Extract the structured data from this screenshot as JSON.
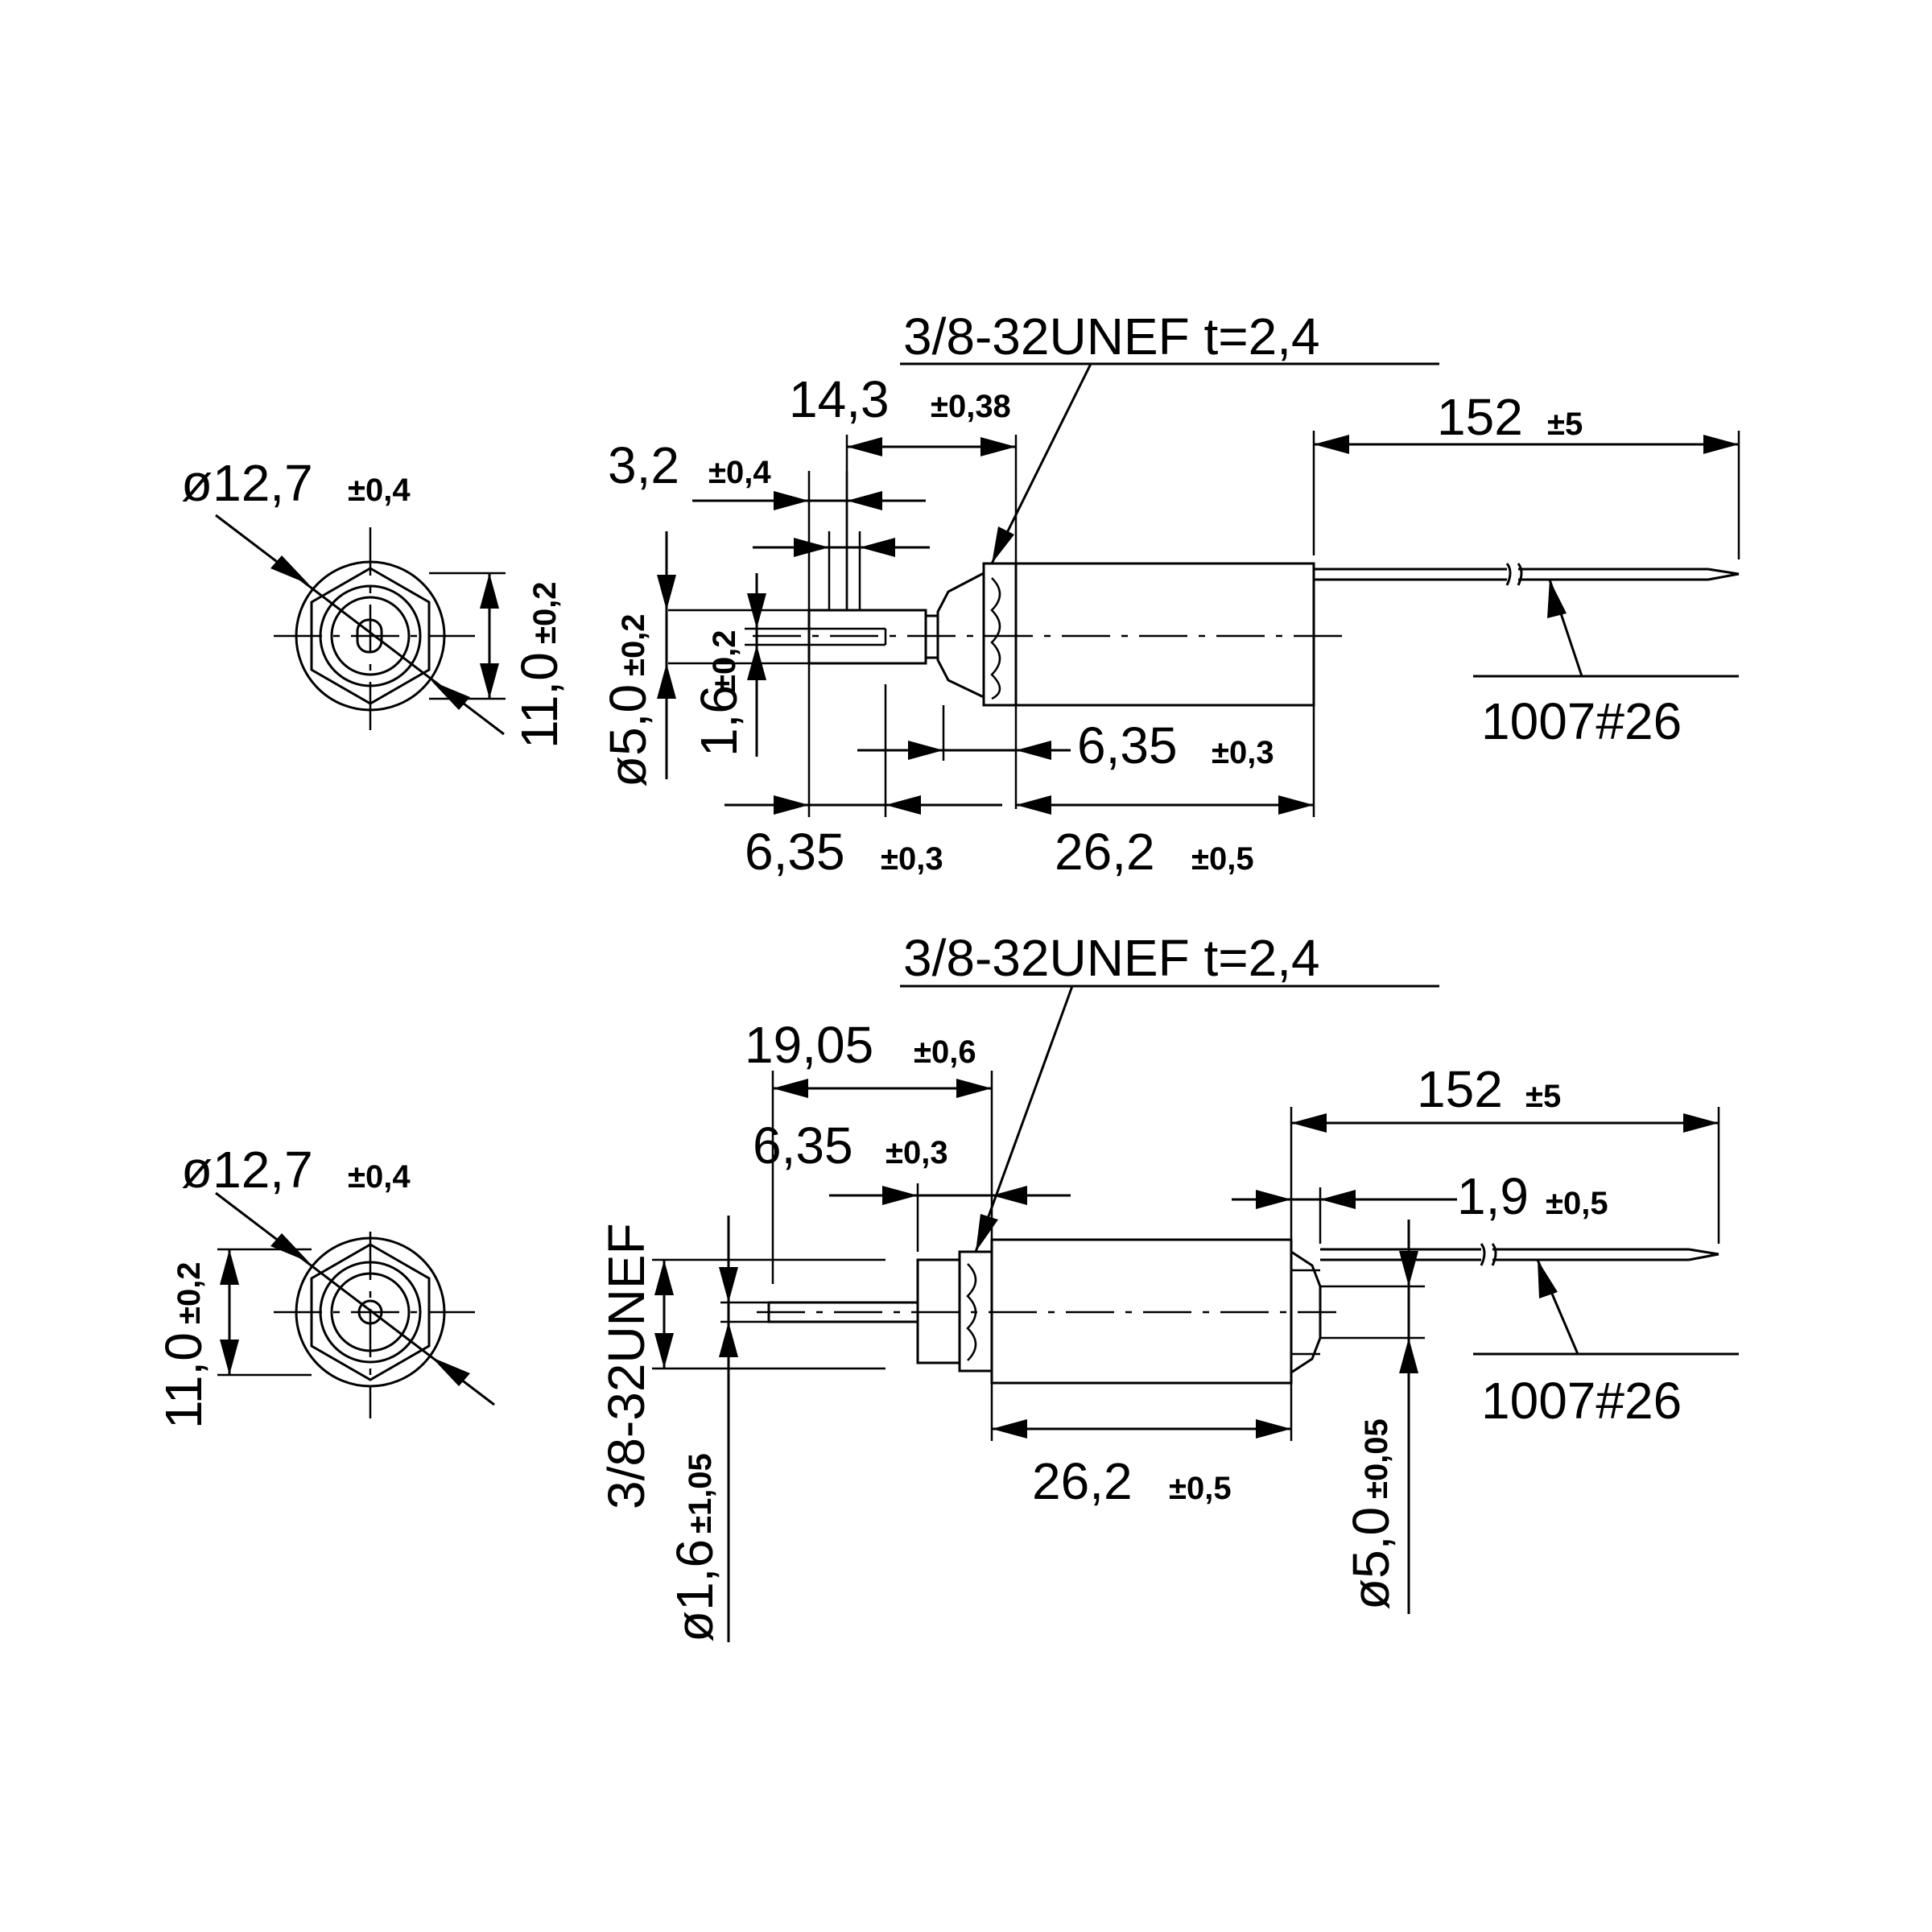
{
  "drawing_1": {
    "end_view": {
      "diameter": "ø12,7",
      "diameter_tol": "±0,4",
      "width": "11,0",
      "width_tol": "±0,2"
    },
    "side_view": {
      "thread_spec": "3/8-32UNEF t=2,4",
      "dim_14_3": "14,3",
      "dim_14_3_tol": "±0,38",
      "dim_3_2": "3,2",
      "dim_3_2_tol": "±0,4",
      "dim_152": "152",
      "dim_152_tol": "±5",
      "dim_d5_0": "ø5,0",
      "dim_d5_0_tol": "±0,2",
      "dim_1_6": "1,6",
      "dim_1_6_tol": "±0,2",
      "dim_6_35_right": "6,35",
      "dim_6_35_right_tol": "±0,3",
      "dim_6_35_bottom": "6,35",
      "dim_6_35_bottom_tol": "±0,3",
      "dim_26_2": "26,2",
      "dim_26_2_tol": "±0,5",
      "wire": "1007#26"
    }
  },
  "drawing_2": {
    "end_view": {
      "diameter": "ø12,7",
      "diameter_tol": "±0,4",
      "width": "11,0",
      "width_tol": "±0,2"
    },
    "side_view": {
      "thread_spec": "3/8-32UNEF t=2,4",
      "dim_19_05": "19,05",
      "dim_19_05_tol": "±0,6",
      "dim_6_35": "6,35",
      "dim_6_35_tol": "±0,3",
      "dim_152": "152",
      "dim_152_tol": "±5",
      "dim_1_9": "1,9",
      "dim_1_9_tol": "±0,5",
      "thread_vertical": "3/8-32UNEF",
      "dim_d1_6": "ø1,6",
      "dim_d1_6_tol": "±1,05",
      "dim_26_2": "26,2",
      "dim_26_2_tol": "±0,5",
      "dim_d5_0": "ø5,0",
      "dim_d5_0_tol": "±0,05",
      "wire": "1007#26"
    }
  }
}
